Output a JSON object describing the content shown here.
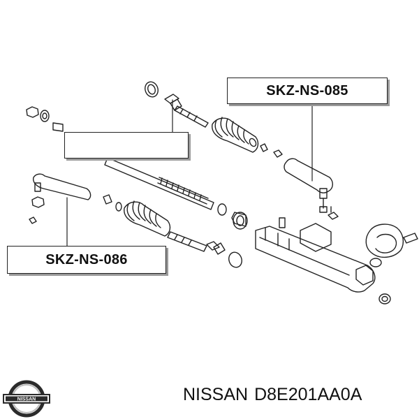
{
  "callouts": {
    "upper_right": "SKZ-NS-085",
    "upper_left": "",
    "lower_left": "SKZ-NS-086"
  },
  "logo": {
    "text": "NISSAN"
  },
  "footer": {
    "brand": "NISSAN",
    "part_number": "D8E201AA0A"
  },
  "colors": {
    "line": "#222222",
    "box_shadow": "#9a9a9a",
    "logo_dark": "#2b2b2b",
    "logo_light": "#bdbdbd"
  }
}
